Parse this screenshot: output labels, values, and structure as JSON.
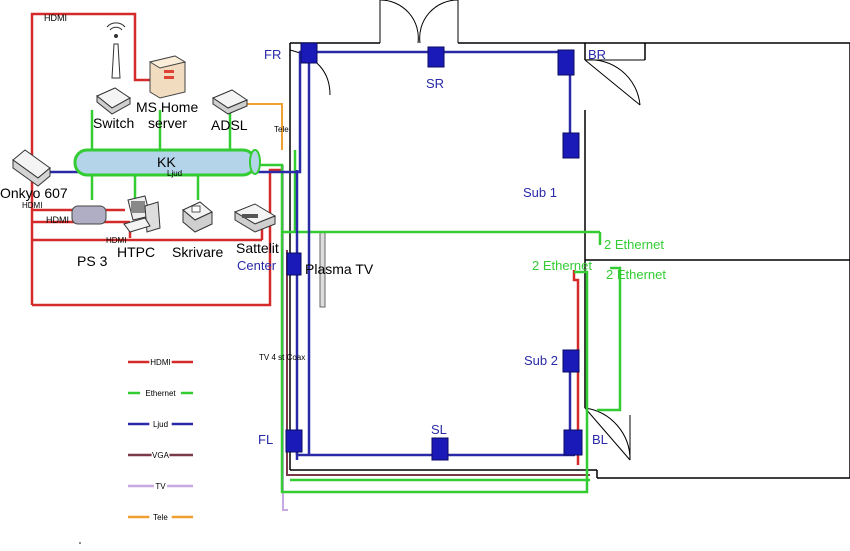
{
  "labels": {
    "hdmi_top": "HDMI",
    "ms_home_server_line1": "MS Home",
    "ms_home_server_line2": "server",
    "switch": "Switch",
    "adsl": "ADSL",
    "tele": "Tele",
    "kk": "KK",
    "ljud": "Ljud",
    "onkyo": "Onkyo 607",
    "hdmi_a": "HDMI",
    "hdmi_b": "HDMI",
    "hdmi_c": "HDMI",
    "ps3": "PS 3",
    "htpc": "HTPC",
    "skrivare": "Skrivare",
    "sattelit": "Sattelit",
    "center": "Center",
    "plasma_tv": "Plasma TV",
    "tv_coax": "TV 4 st Coax",
    "fr": "FR",
    "sr": "SR",
    "br": "BR",
    "sub1": "Sub 1",
    "sub2": "Sub 2",
    "fl": "FL",
    "sl": "SL",
    "bl": "BL",
    "eth_1": "2 Ethernet",
    "eth_2": "2 Ethernet",
    "eth_3": "2 Ethernet"
  },
  "legend": [
    {
      "label": "HDMI",
      "color": "#d42a2a"
    },
    {
      "label": "Ethernet",
      "color": "#33cc33"
    },
    {
      "label": "Ljud",
      "color": "#2a2aa8"
    },
    {
      "label": "VGA",
      "color": "#7a3a4a"
    },
    {
      "label": "TV",
      "color": "#c8a8e0"
    },
    {
      "label": "Tele",
      "color": "#f0a030"
    }
  ],
  "colors": {
    "hdmi": "#d42a2a",
    "ethernet": "#33cc33",
    "ljud": "#2a2aa8",
    "vga": "#7a3a4a",
    "tv": "#c8a8e0",
    "tele": "#f0a030",
    "speaker": "#1a1ab8",
    "wall": "#000000"
  }
}
